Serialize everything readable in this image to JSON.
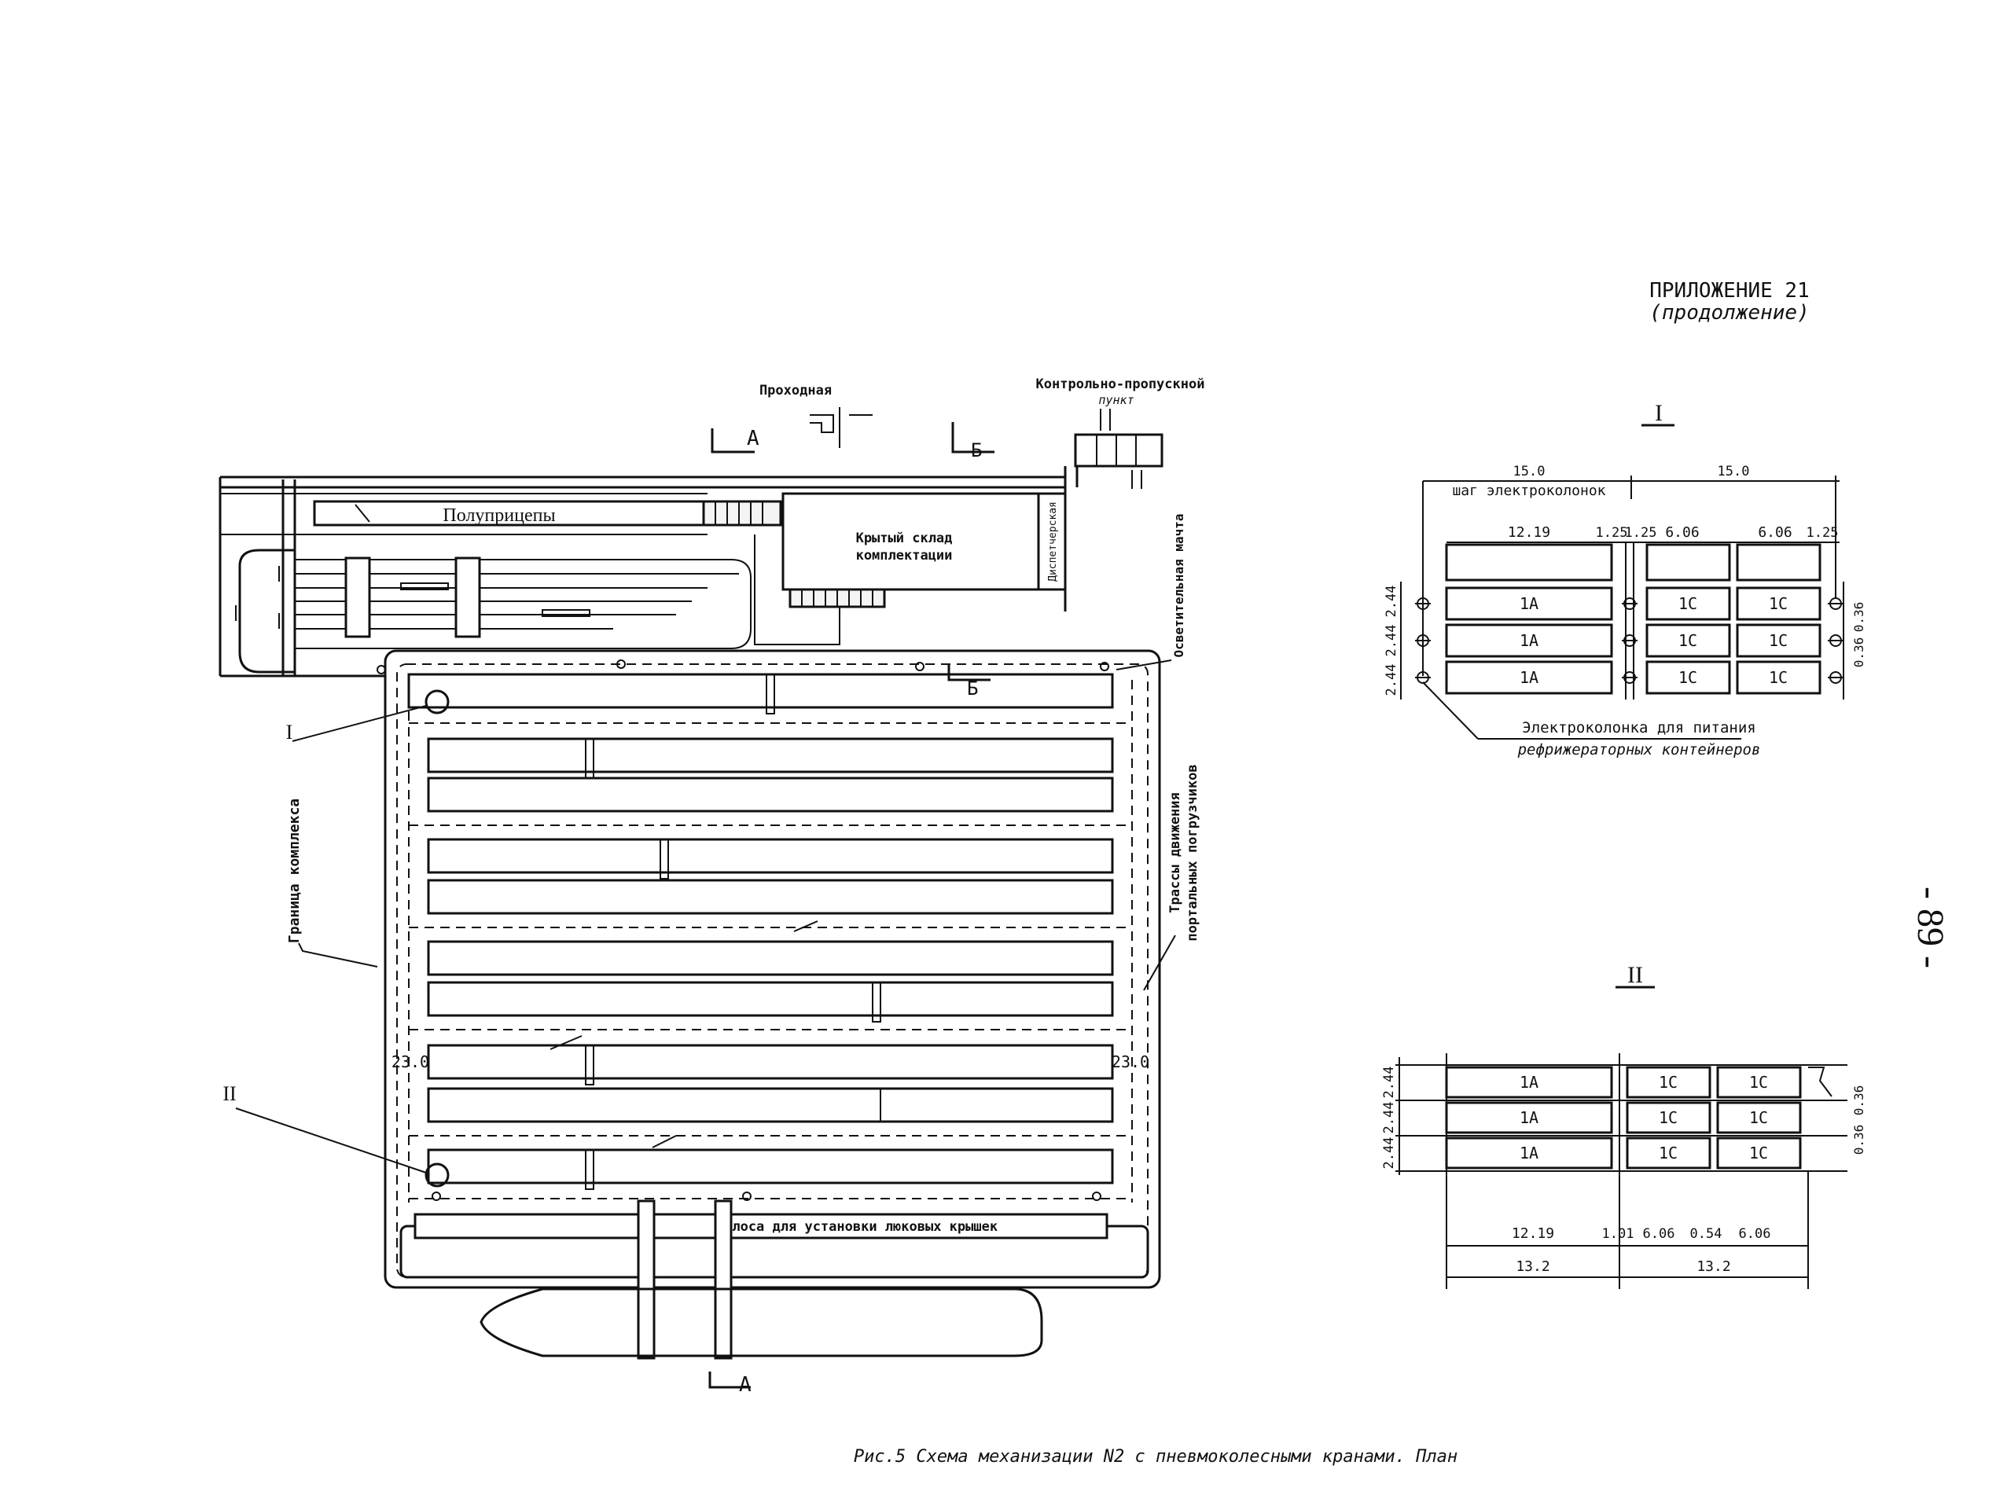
{
  "header": {
    "appendix": "ПРИЛОЖЕНИЕ 21",
    "continuation": "(продолжение)"
  },
  "page_number": "- 89 -",
  "caption": "Рис.5 Схема механизации N2 с пневмоколесными кранами. План",
  "plan": {
    "passage": "Проходная",
    "checkpoint_line1": "Контрольно-пропускной",
    "checkpoint_line2": "пункт",
    "semitrailers": "Полуприцепы",
    "warehouse_line1": "Крытый склад",
    "warehouse_line2": "комплектации",
    "dispatch": "Диспетчерская",
    "lighting_mast": "Осветительная мачта",
    "boundary": "Граница комплекса",
    "tracks_line1": "Трассы движения",
    "tracks_line2": "портальных погрузчиков",
    "hatch_strip": "Полоса для установки люковых крышек",
    "section_a_top": "А",
    "section_a_bottom": "А",
    "section_b_top": "Б",
    "section_b_mid": "Б",
    "callout_1": "I",
    "callout_2": "II",
    "dim_left_230": "23.0",
    "dim_right_230": "23.0"
  },
  "detail_1": {
    "title": "I",
    "dim_15_left": "15.0",
    "dim_15_right": "15.0",
    "step_label": "шаг электроколонок",
    "dim_1219": "12.19",
    "dim_125a": "1.25",
    "dim_125b": "1.25",
    "dim_606a": "6.06",
    "dim_606b": "6.06",
    "dim_125c": "1.25",
    "row_dim": "2.44",
    "side_dim": "0.36",
    "label_1a": "1A",
    "label_1c": "1C",
    "note_line1": "Электроколонка для питания",
    "note_line2": "рефрижераторных контейнеров"
  },
  "detail_2": {
    "title": "II",
    "label_1a": "1A",
    "label_1c": "1C",
    "row_dim": "2.44",
    "side_dim": "0.36",
    "dim_1219": "12.19",
    "dim_101": "1.01",
    "dim_606a": "6.06",
    "dim_054": "0.54",
    "dim_606b": "6.06",
    "dim_132a": "13.2",
    "dim_132b": "13.2"
  }
}
